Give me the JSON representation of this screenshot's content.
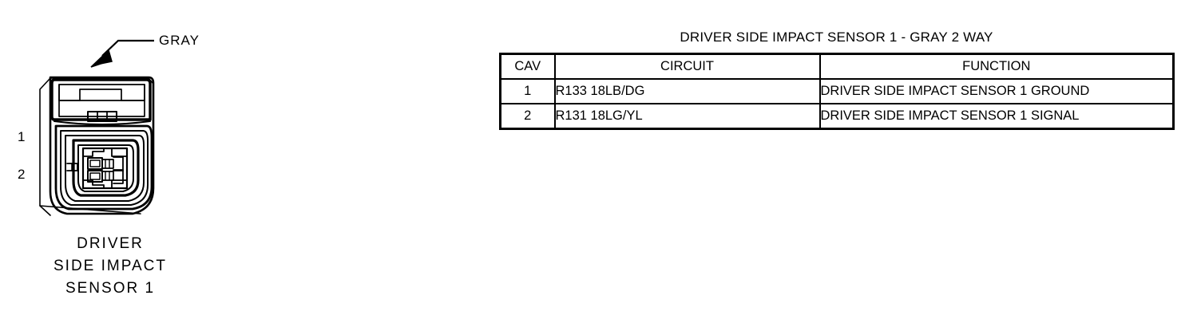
{
  "figure": {
    "callout_label": "GRAY",
    "pin_labels": [
      "1",
      "2"
    ],
    "caption_lines": [
      "DRIVER",
      "SIDE IMPACT",
      "SENSOR 1"
    ],
    "icons": {
      "arrow": "arrow-pointer-icon",
      "connector": "connector-body-icon"
    }
  },
  "table": {
    "title": "DRIVER SIDE IMPACT SENSOR 1 - GRAY 2 WAY",
    "headers": [
      "CAV",
      "CIRCUIT",
      "FUNCTION"
    ],
    "rows": [
      {
        "cav": "1",
        "circuit": "R133 18LB/DG",
        "function": "DRIVER SIDE IMPACT SENSOR 1 GROUND"
      },
      {
        "cav": "2",
        "circuit": "R131 18LG/YL",
        "function": "DRIVER SIDE IMPACT SENSOR 1 SIGNAL"
      }
    ]
  },
  "colors": {
    "ink": "#000000",
    "background": "#ffffff"
  }
}
